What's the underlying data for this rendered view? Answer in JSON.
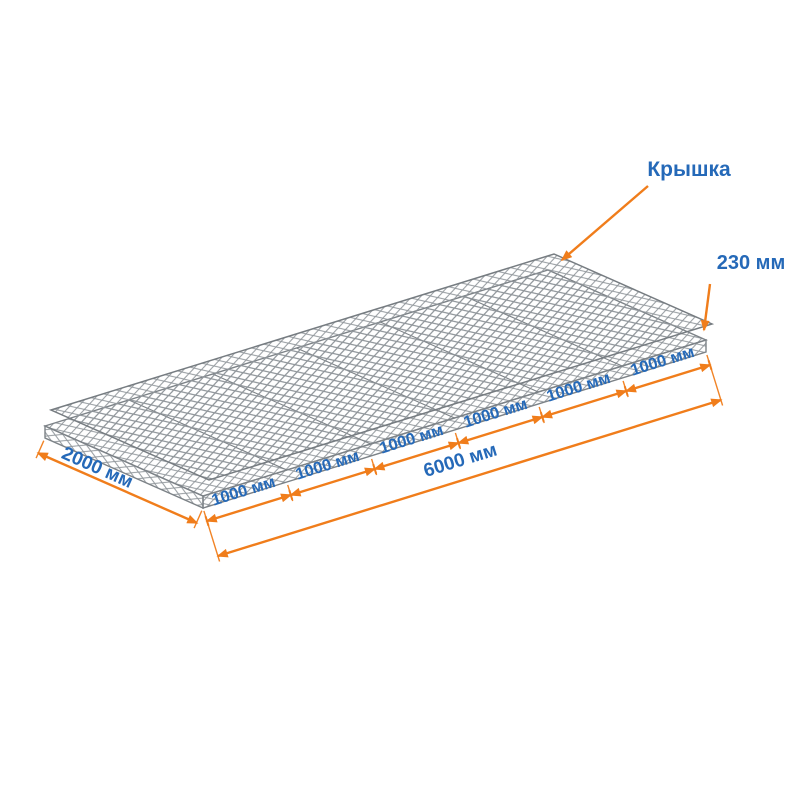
{
  "labels": {
    "lid": "Крышка"
  },
  "dims": {
    "height": "230 мм",
    "width": "2000 мм",
    "total": "6000 мм",
    "segments": [
      "1000 мм",
      "1000 мм",
      "1000 мм",
      "1000 мм",
      "1000 мм",
      "1000 мм"
    ]
  },
  "colors": {
    "accent_orange": "#f07d1b",
    "label_blue": "#2569b8",
    "mesh_gray": "#8f959a"
  }
}
